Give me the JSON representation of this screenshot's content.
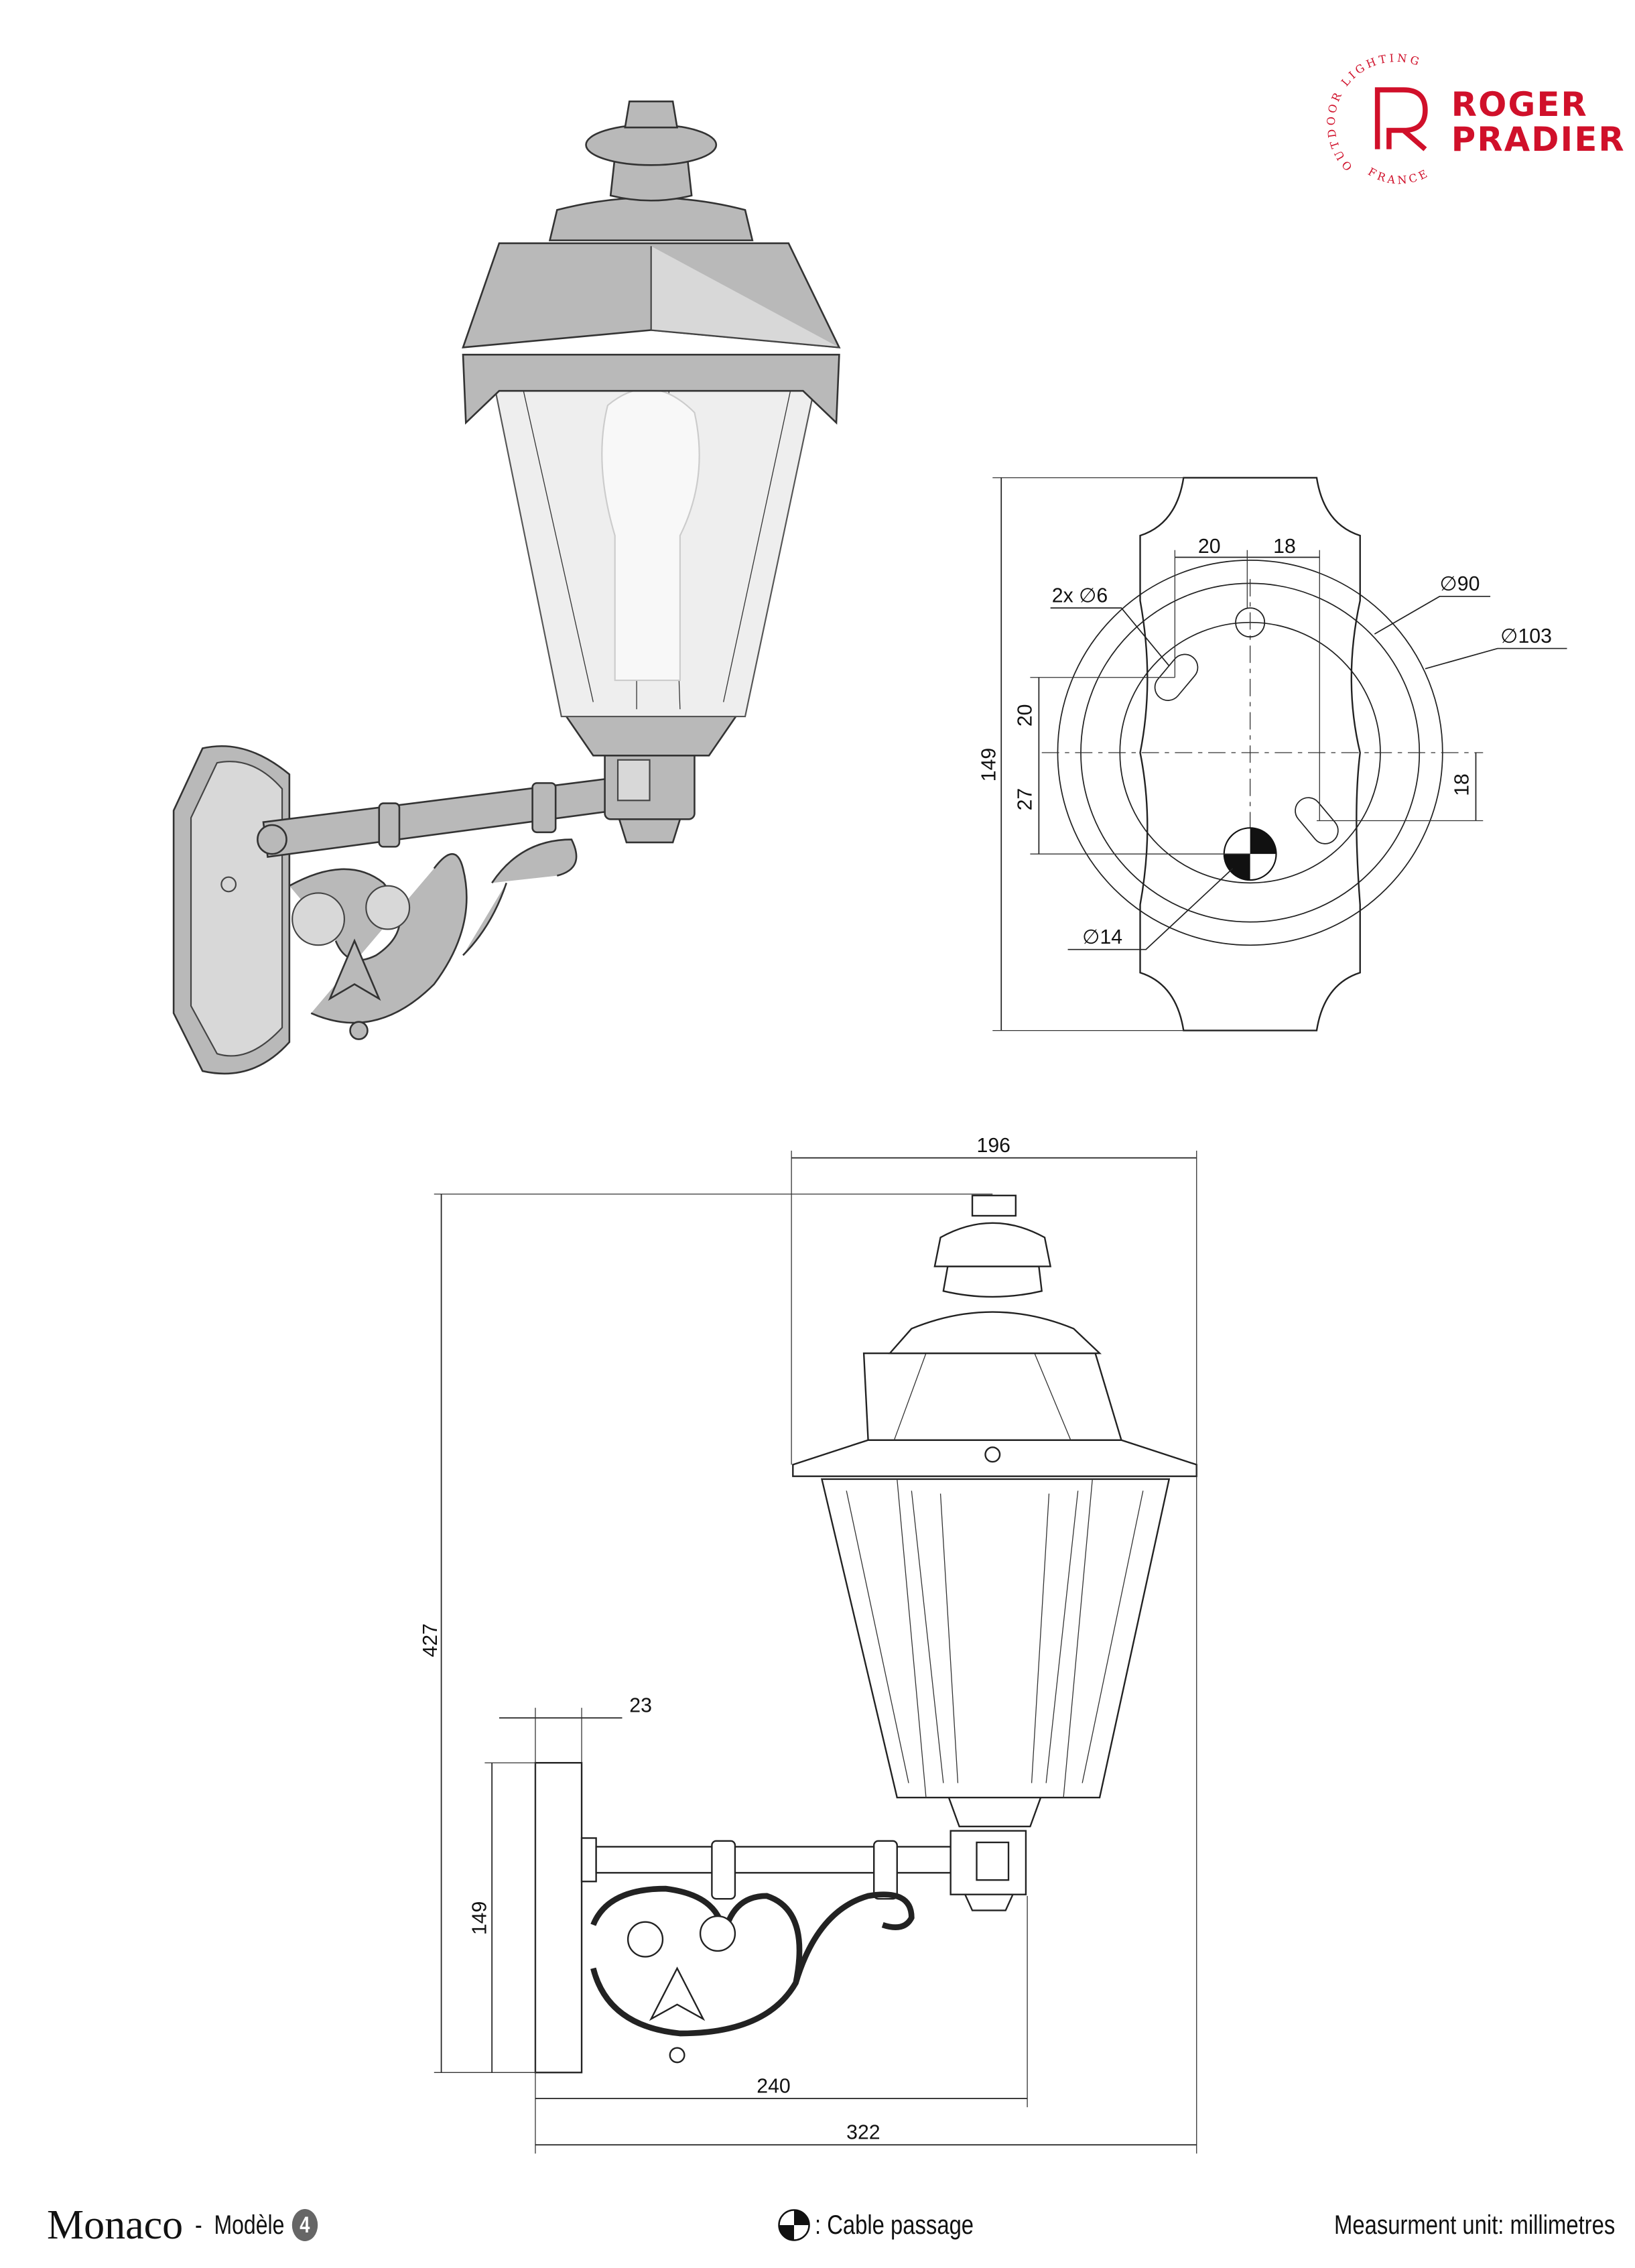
{
  "logo": {
    "brand_line1": "ROGER",
    "brand_line2": "PRADIER",
    "ring_text_top": "OUTDOOR LIGHTING",
    "ring_text_bottom": "FRANCE",
    "color": "#d0102a"
  },
  "backplate_diagram": {
    "height": "149",
    "offset_top": "20",
    "offset_bottom": "27",
    "right_offset": "18",
    "hole_spacing_left": "20",
    "hole_spacing_right": "18",
    "holes": "2x ∅6",
    "circle_inner": "∅90",
    "circle_outer": "∅103",
    "cable_hole": "∅14"
  },
  "front_view": {
    "width_top": "196",
    "total_height": "427",
    "plate_height": "149",
    "plate_depth": "23",
    "arm_length": "240",
    "total_depth": "322"
  },
  "footer": {
    "model_name": "Monaco",
    "separator": "-",
    "model_label": "Modèle",
    "model_number": "4",
    "legend": ": Cable passage",
    "unit_note": "Measurment unit: millimetres"
  }
}
